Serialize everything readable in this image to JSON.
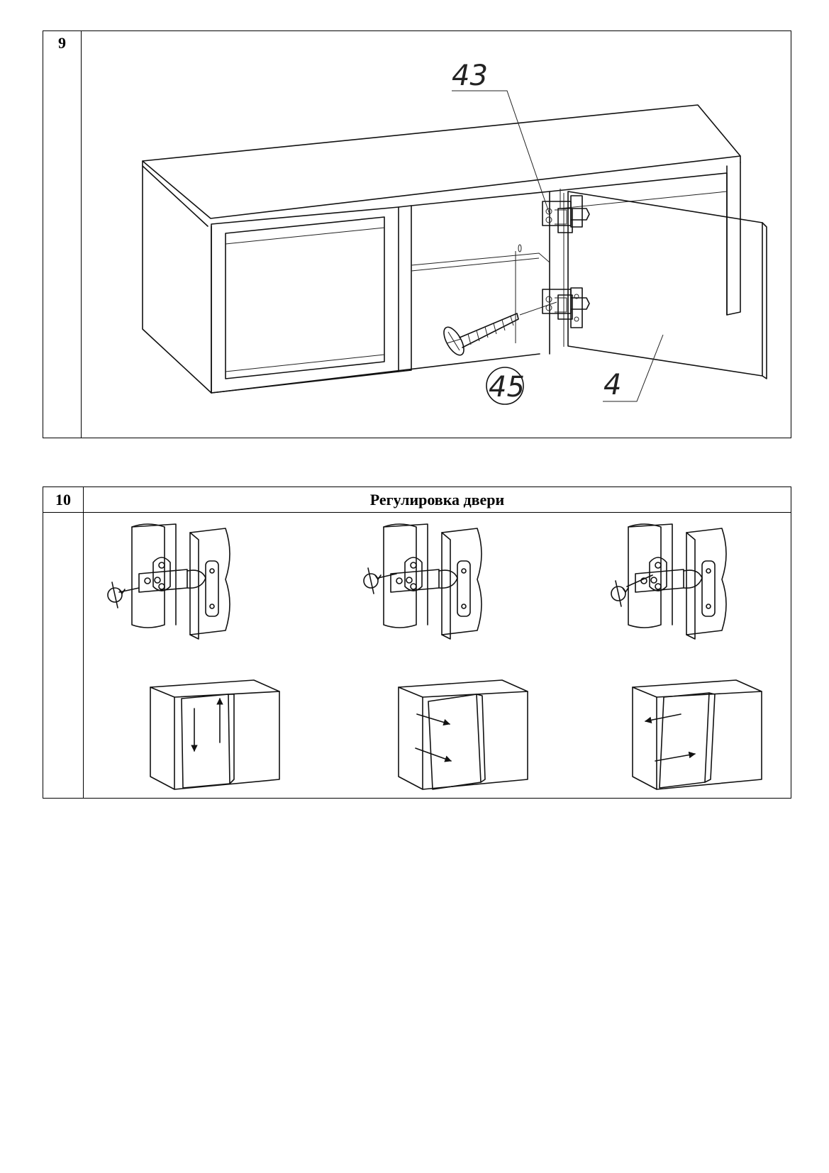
{
  "step9": {
    "number": "9",
    "callouts": {
      "hinge": "43",
      "screw": "45",
      "door": "4"
    }
  },
  "step10": {
    "number": "10",
    "title": "Регулировка двери",
    "illustrations": [
      {
        "kind": "hinge-adjustment",
        "screw": "front-lower",
        "icon": "rotate-icon"
      },
      {
        "kind": "hinge-adjustment",
        "screw": "front-upper",
        "icon": "rotate-icon"
      },
      {
        "kind": "hinge-adjustment",
        "screw": "rear",
        "icon": "rotate-icon"
      },
      {
        "kind": "door-shift",
        "direction": "vertical"
      },
      {
        "kind": "door-shift",
        "direction": "lateral"
      },
      {
        "kind": "door-shift",
        "direction": "lateral"
      }
    ]
  }
}
